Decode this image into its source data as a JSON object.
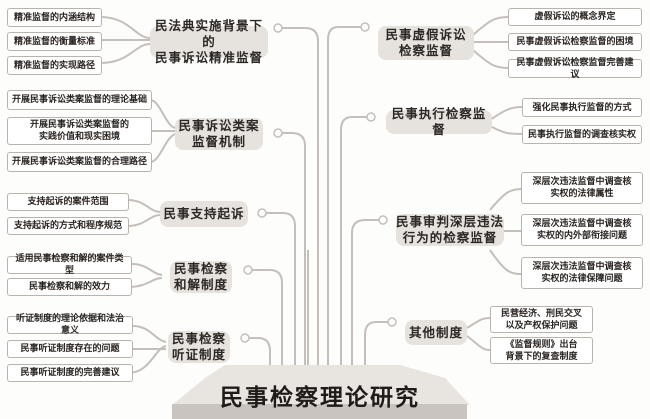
{
  "title": "民事检察理论研究",
  "colors": {
    "line": "#c4bfba",
    "topic_bg": "#e6e2de",
    "leaf_border": "#b9b3ad",
    "title_bg": "#e8e4e0"
  },
  "topics": [
    {
      "label": "民法典实施背景下的\n民事诉讼精准监督",
      "items": [
        "精准监督的内涵结构",
        "精准监督的衡量标准",
        "精准监督的实现路径"
      ]
    },
    {
      "label": "民事诉讼类案\n监督机制",
      "items": [
        "开展民事诉讼类案监督的理论基础",
        "开展民事诉讼类案监督的\n实践价值和现实困境",
        "开展民事诉讼类案监督的合理路径"
      ]
    },
    {
      "label": "民事支持起诉",
      "items": [
        "支持起诉的案件范围",
        "支持起诉的方式和程序规范"
      ]
    },
    {
      "label": "民事检察\n和解制度",
      "items": [
        "适用民事检察和解的案件类型",
        "民事检察和解的效力"
      ]
    },
    {
      "label": "民事检察\n听证制度",
      "items": [
        "听证制度的理论依据和法治意义",
        "民事听证制度存在的问题",
        "民事听证制度的完善建议"
      ]
    },
    {
      "label": "民事虚假诉讼\n检察监督",
      "items": [
        "虚假诉讼的概念界定",
        "民事虚假诉讼检察监督的困境",
        "民事虚假诉讼检察监督完善建议"
      ]
    },
    {
      "label": "民事执行检察监督",
      "items": [
        "强化民事执行监督的方式",
        "民事执行监督的调查核实权"
      ]
    },
    {
      "label": "民事审判深层违法\n行为的检察监督",
      "items": [
        "深层次违法监督中调查核\n实权的法律属性",
        "深层次违法监督中调查核\n实权的内外部衔接问题",
        "深层次违法监督中调查核\n实权的法律保障问题"
      ]
    },
    {
      "label": "其他制度",
      "items": [
        "民营经济、刑民交叉\n以及产权保护问题",
        "《监督规则》出台\n背景下的复查制度"
      ]
    }
  ]
}
